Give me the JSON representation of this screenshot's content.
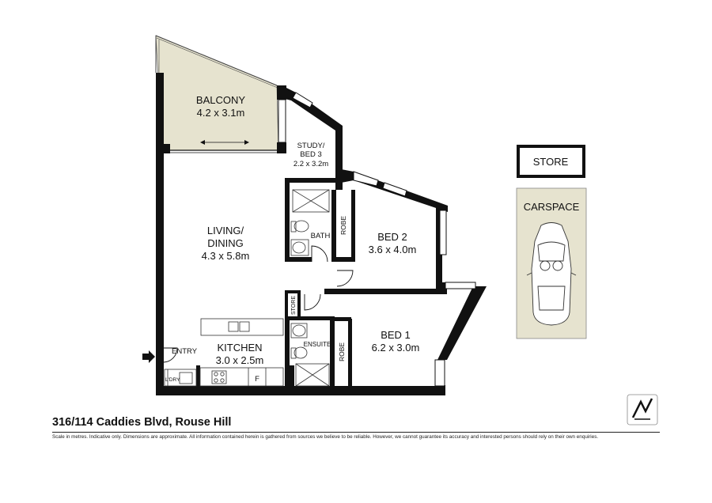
{
  "title": "316/114 Caddies Blvd, Rouse Hill",
  "disclaimer": "Scale in metres. Indicative only. Dimensions are approximate. All information contained herein is gathered from sources we believe to be reliable. However, we cannot guarantee its accuracy and interested persons should rely on their own enquiries.",
  "rooms": {
    "balcony": {
      "name": "BALCONY",
      "dims": "4.2 x 3.1m"
    },
    "study": {
      "name_line1": "STUDY/",
      "name_line2": "BED 3",
      "dims": "2.2 x 3.2m"
    },
    "living": {
      "name_line1": "LIVING/",
      "name_line2": "DINING",
      "dims": "4.3 x 5.8m"
    },
    "bed2": {
      "name": "BED 2",
      "dims": "3.6 x 4.0m"
    },
    "bed1": {
      "name": "BED 1",
      "dims": "6.2 x 3.0m"
    },
    "kitchen": {
      "name": "KITCHEN",
      "dims": "3.0 x 2.5m"
    },
    "bath": "BATH",
    "ensuite": "ENSUITE",
    "robe": "ROBE",
    "store": "STORE",
    "entry": "ENTRY",
    "laundry": "L'DRY",
    "fridge": "F"
  },
  "outbuildings": {
    "store": "STORE",
    "carspace": "CARSPACE"
  },
  "colors": {
    "wall": "#111111",
    "balcony_fill": "#e6e3cf",
    "carspace_fill": "#e6e3cf"
  },
  "icons": [
    "north-arrow-icon",
    "car-icon",
    "entry-arrow-icon"
  ]
}
